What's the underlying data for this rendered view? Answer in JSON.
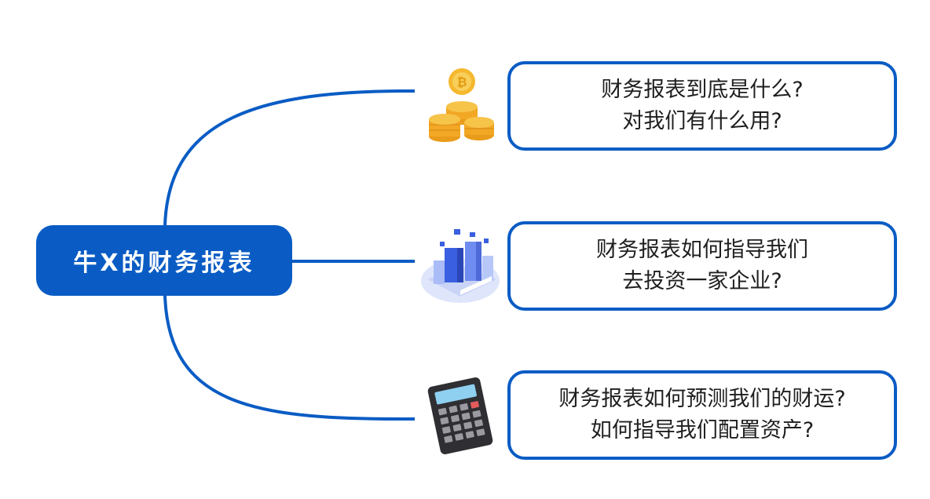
{
  "root": {
    "label": "牛X的财务报表"
  },
  "branches": [
    {
      "line1": "财务报表到底是什么?",
      "line2": "对我们有什么用?",
      "icon": "bitcoin-coins-icon"
    },
    {
      "line1": "财务报表如何指导我们",
      "line2": "去投资一家企业?",
      "icon": "city-buildings-icon"
    },
    {
      "line1": "财务报表如何预测我们的财运?",
      "line2": "如何指导我们配置资产?",
      "icon": "calculator-icon"
    }
  ],
  "colors": {
    "accent": "#0a5cc4",
    "coin": "#f0b429",
    "calculator": "#2f2f33",
    "screen": "#8fd0f0"
  }
}
